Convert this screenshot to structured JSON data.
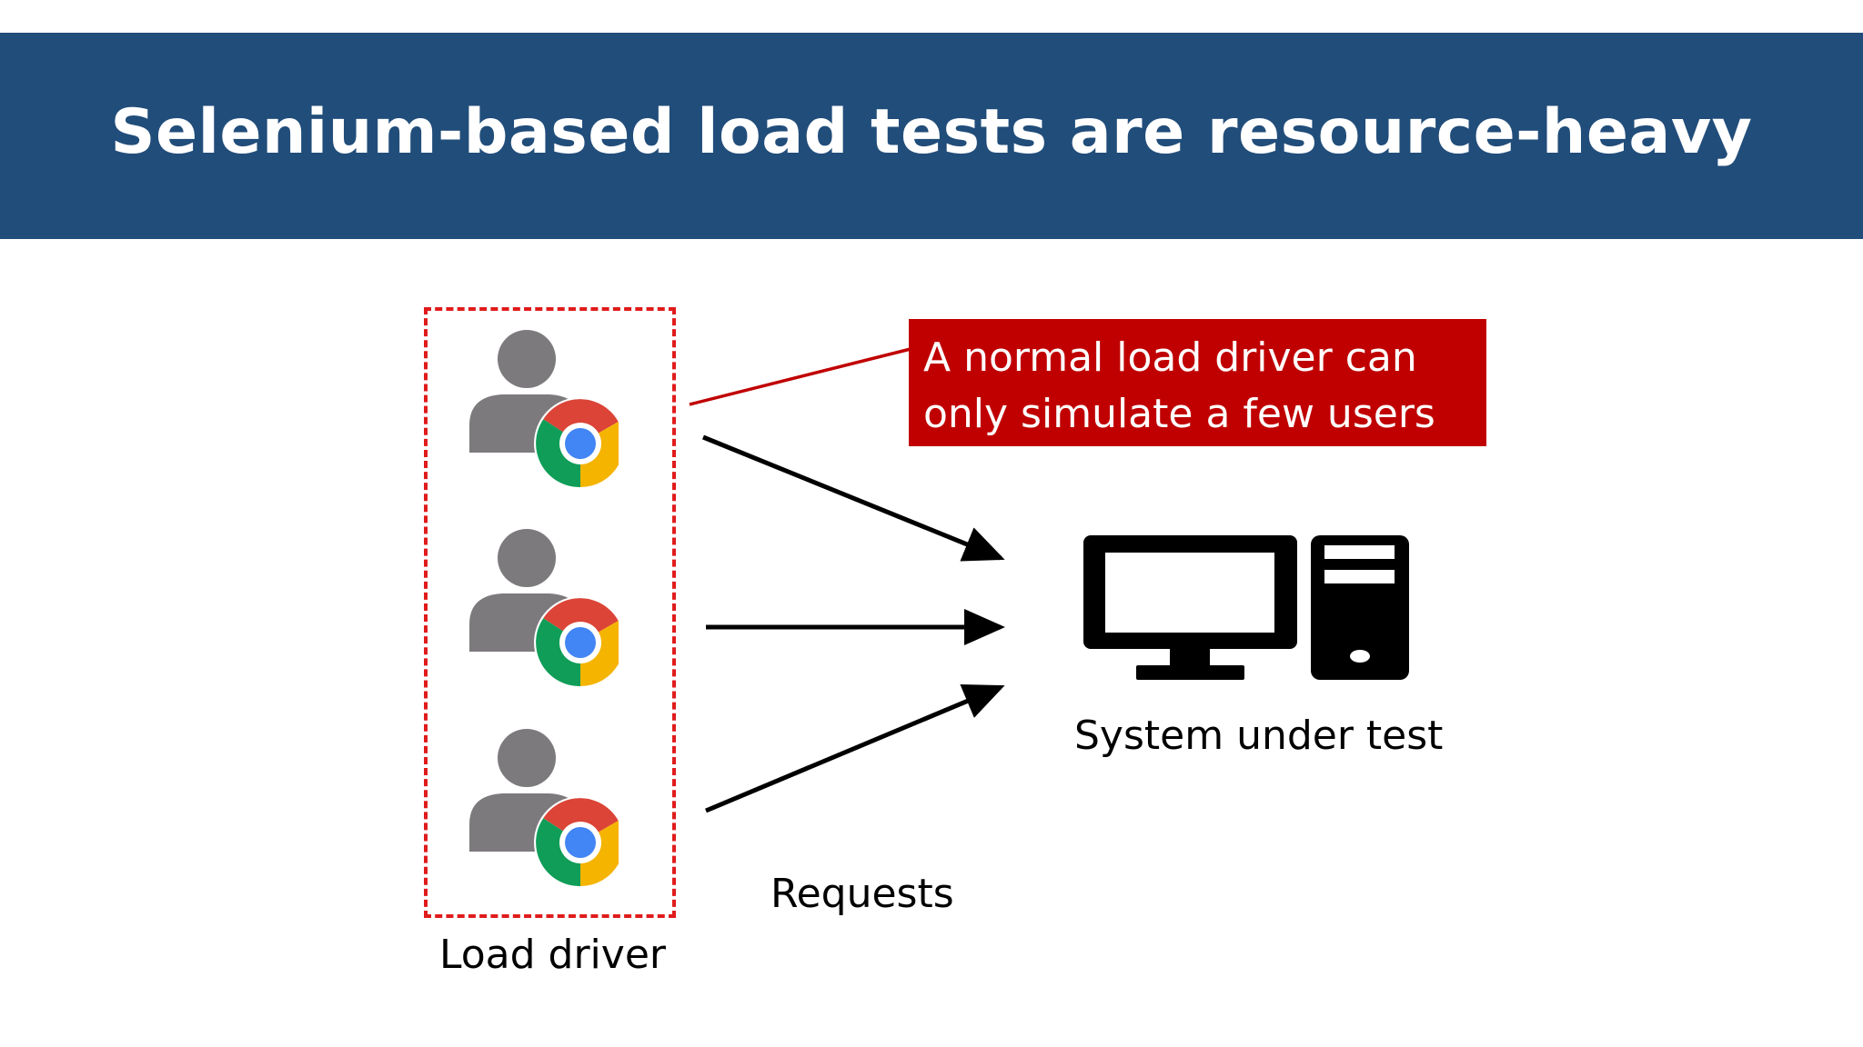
{
  "slide": {
    "title": "Selenium-based load tests are resource-heavy"
  },
  "callout": {
    "line1": "A normal load driver can",
    "line2": "only simulate a few users"
  },
  "labels": {
    "load_driver": "Load driver",
    "requests": "Requests",
    "system_under_test": "System under test"
  },
  "colors": {
    "title_bar": "#214d7a",
    "callout_bg": "#c00000",
    "dashed_border": "#e01b1b",
    "person_gray": "#7d7a7d"
  },
  "icons": {
    "users": [
      "person-with-chrome-icon",
      "person-with-chrome-icon",
      "person-with-chrome-icon"
    ],
    "system": "desktop-computer-icon"
  }
}
